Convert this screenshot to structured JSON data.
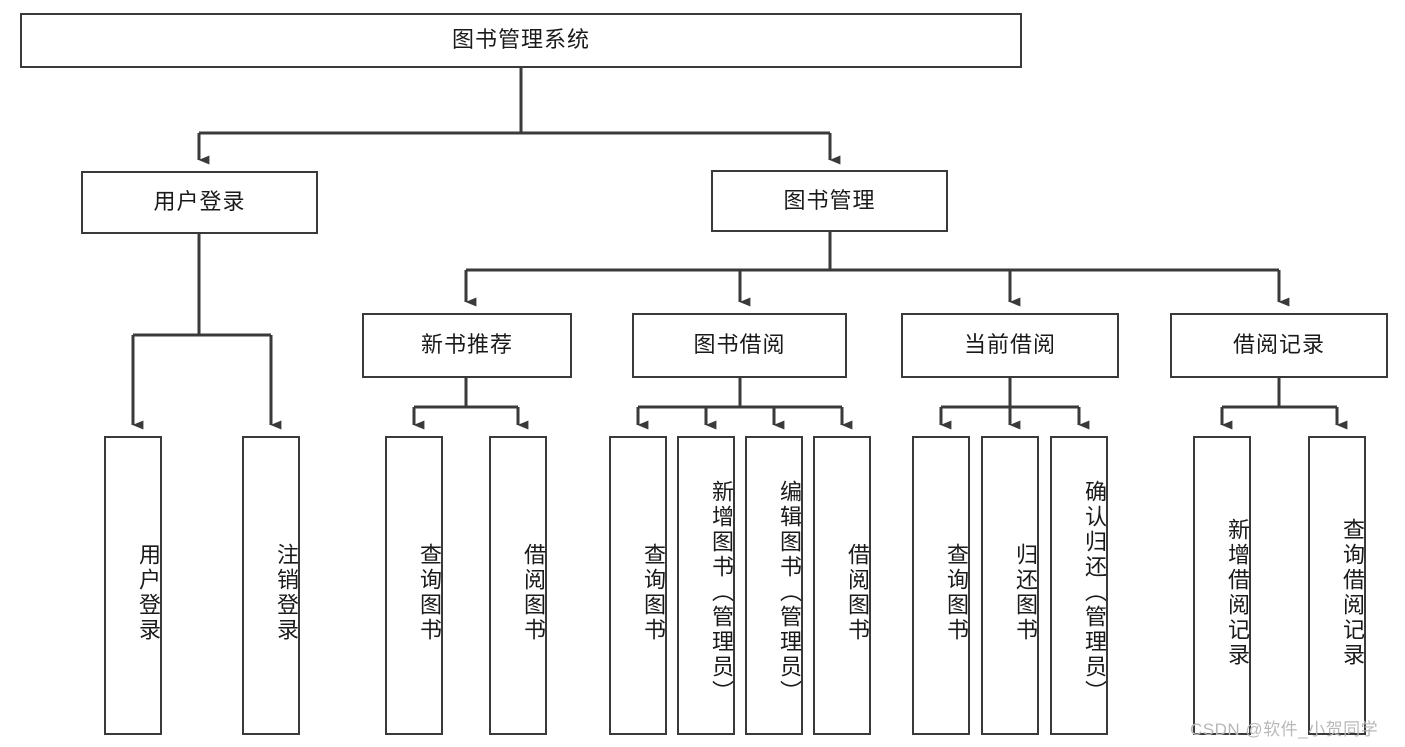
{
  "diagram": {
    "title": "图书管理系统",
    "type": "tree-hierarchy-chart",
    "orientation": "top-down",
    "colors": {
      "background": "#ffffff",
      "node_fill": "#ffffff",
      "node_stroke": "#3a3a3a",
      "edge_stroke": "#3a3a3a",
      "text": "#1a1a1a",
      "watermark": "#b8b8b8"
    }
  },
  "nodes": {
    "root": {
      "label": "图书管理系统"
    },
    "level2": [
      {
        "id": "user-login",
        "label": "用户登录"
      },
      {
        "id": "book-management",
        "label": "图书管理"
      }
    ],
    "level3": [
      {
        "id": "new-book-recommend",
        "label": "新书推荐"
      },
      {
        "id": "book-borrow",
        "label": "图书借阅"
      },
      {
        "id": "current-borrow",
        "label": "当前借阅"
      },
      {
        "id": "borrow-record",
        "label": "借阅记录"
      }
    ],
    "leaves": {
      "user-login": [
        {
          "id": "leaf-user-login",
          "label": "用户登录"
        },
        {
          "id": "leaf-user-logout",
          "label": "注销登录"
        }
      ],
      "new-book-recommend": [
        {
          "id": "leaf-query-book-1",
          "label": "查询图书"
        },
        {
          "id": "leaf-borrow-book-1",
          "label": "借阅图书"
        }
      ],
      "book-borrow": [
        {
          "id": "leaf-query-book-2",
          "label": "查询图书"
        },
        {
          "id": "leaf-add-book",
          "label": "新增图书（管理员）"
        },
        {
          "id": "leaf-edit-book",
          "label": "编辑图书（管理员）"
        },
        {
          "id": "leaf-borrow-book-2",
          "label": "借阅图书"
        }
      ],
      "current-borrow": [
        {
          "id": "leaf-query-book-3",
          "label": "查询图书"
        },
        {
          "id": "leaf-return-book",
          "label": "归还图书"
        },
        {
          "id": "leaf-confirm-return",
          "label": "确认归还（管理员）"
        }
      ],
      "borrow-record": [
        {
          "id": "leaf-add-record",
          "label": "新增借阅记录"
        },
        {
          "id": "leaf-query-record",
          "label": "查询借阅记录"
        }
      ]
    }
  },
  "watermark": {
    "text": "CSDN @软件_小贺同学"
  }
}
